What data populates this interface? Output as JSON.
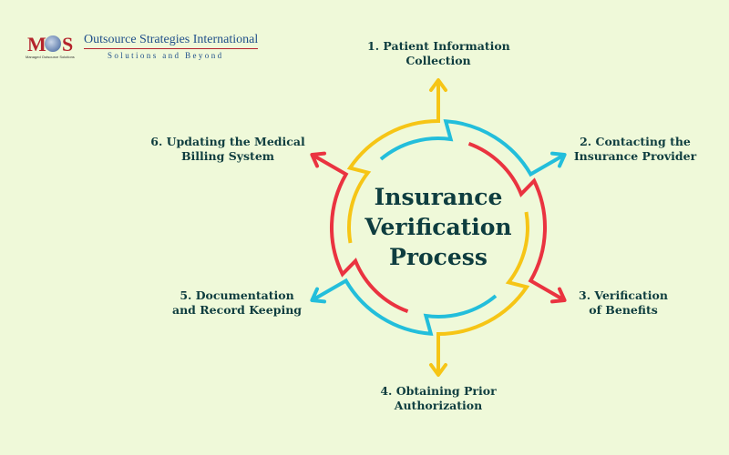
{
  "logo": {
    "mark_left": "M",
    "mark_right": "S",
    "tagline": "Managed Outsource Solutions",
    "title": "Outsource Strategies International",
    "subtitle": "Solutions and Beyond"
  },
  "center_title": "Insurance Verification Process",
  "steps": [
    {
      "line1": "1. Patient Information",
      "line2": "Collection",
      "color": "#f6c516"
    },
    {
      "line1": "2. Contacting the",
      "line2": "Insurance Provider",
      "color": "#23bedb"
    },
    {
      "line1": "3. Verification",
      "line2": "of Benefits",
      "color": "#ea3340"
    },
    {
      "line1": "4. Obtaining Prior",
      "line2": "Authorization",
      "color": "#f6c516"
    },
    {
      "line1": "5. Documentation",
      "line2": "and Record Keeping",
      "color": "#23bedb"
    },
    {
      "line1": "6. Updating the Medical",
      "line2": "Billing System",
      "color": "#ea3340"
    }
  ]
}
